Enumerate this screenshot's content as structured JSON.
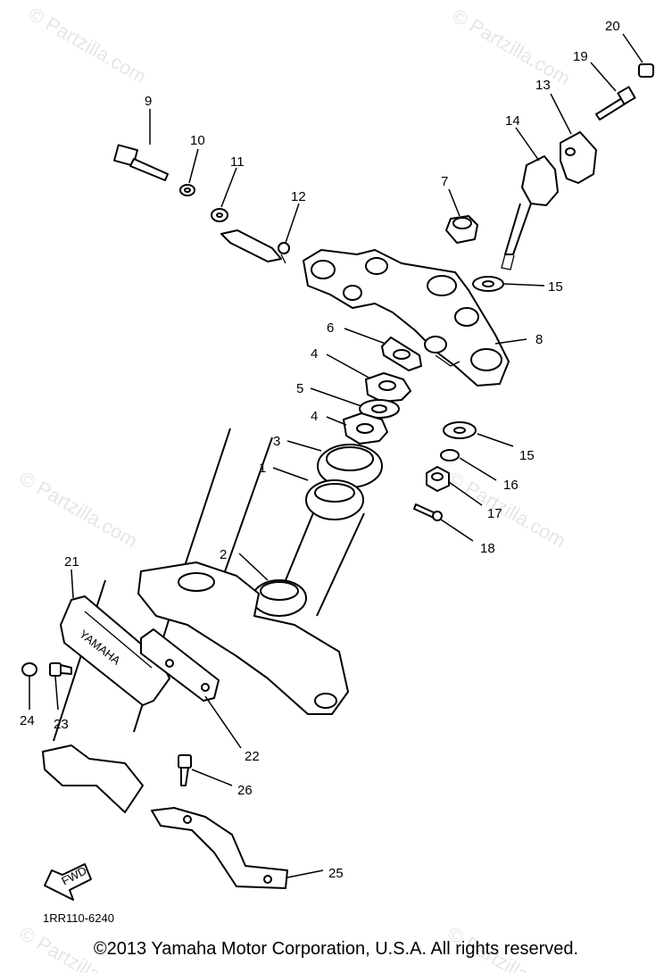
{
  "watermarks": {
    "top_left": "© Partzilla.com",
    "top_right": "© Partzilla.com",
    "middle_left": "© Partzilla.com",
    "middle_right": "© Partzilla.com",
    "bottom_left": "© Partzilla.com",
    "bottom_right": "© Partzilla.com"
  },
  "callouts": {
    "c1": "1",
    "c2": "2",
    "c3": "3",
    "c4a": "4",
    "c4b": "4",
    "c5": "5",
    "c6": "6",
    "c7": "7",
    "c8": "8",
    "c9": "9",
    "c10": "10",
    "c11": "11",
    "c12": "12",
    "c13": "13",
    "c14": "14",
    "c15a": "15",
    "c15b": "15",
    "c16": "16",
    "c17": "17",
    "c18": "18",
    "c19": "19",
    "c20": "20",
    "c21": "21",
    "c22": "22",
    "c23": "23",
    "c24": "24",
    "c25": "25",
    "c26": "26"
  },
  "part_labels": {
    "fwd_arrow": "FWD",
    "cover_brand": "YAMAHA"
  },
  "diagram_code": "1RR110-6240",
  "footer": "©2013 Yamaha Motor Corporation, U.S.A. All rights reserved."
}
